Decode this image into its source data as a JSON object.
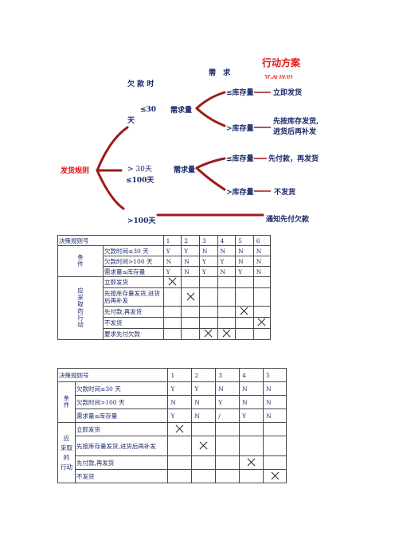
{
  "tree": {
    "title": "行动方案",
    "subtitle_partial": "化发规则",
    "col_debt": "欠 款 时",
    "col_need": "需 求",
    "root": "发货规则",
    "branch1": {
      "label_a": "≤30",
      "label_b": "天",
      "node": "需求量",
      "leaf1": "≤库存量",
      "action1": "立即发货",
      "leaf2": ">库存量",
      "action2a": "先按库存发货,",
      "action2b": "进货后再补发"
    },
    "branch2": {
      "label_a": "> 30天",
      "label_b": "≤100天",
      "node": "需求量",
      "leaf1": "≤库存量",
      "action1": "先付款，再发货",
      "leaf2": ">库存量",
      "action2": "不发货"
    },
    "branch3": {
      "label": ">100天",
      "action": "通知先付欠款"
    }
  },
  "table1": {
    "header": "决策规则号",
    "rule_numbers": [
      "1",
      "2",
      "3",
      "4",
      "5",
      "6"
    ],
    "condition_group": "条件",
    "conditions": [
      {
        "label": "欠款时间≤30 天",
        "values": [
          "Y",
          "Y",
          "N",
          "N",
          "N",
          "N"
        ]
      },
      {
        "label": "欠款时间>100 天",
        "values": [
          "N",
          "N",
          "Y",
          "Y",
          "N",
          "N"
        ]
      },
      {
        "label": "需求量≤库存量",
        "values": [
          "Y",
          "N",
          "Y",
          "N",
          "Y",
          "N"
        ]
      }
    ],
    "action_group": "应采取的行动",
    "actions": [
      {
        "label": "立即发货",
        "marks": [
          1,
          0,
          0,
          0,
          0,
          0
        ]
      },
      {
        "label": "先按库存量发货,进货后再补发",
        "marks": [
          0,
          1,
          0,
          0,
          0,
          0
        ]
      },
      {
        "label": "先付款,再发货",
        "marks": [
          0,
          0,
          0,
          0,
          1,
          0
        ]
      },
      {
        "label": "不发货",
        "marks": [
          0,
          0,
          0,
          0,
          0,
          1
        ]
      },
      {
        "label": "要求先付欠款",
        "marks": [
          0,
          0,
          1,
          1,
          0,
          0
        ]
      }
    ]
  },
  "table2": {
    "header": "决策规则号",
    "rule_numbers": [
      "1",
      "2",
      "3",
      "4",
      "5"
    ],
    "condition_group": "条件",
    "conditions": [
      {
        "label": "欠款时间≤30 天",
        "values": [
          "Y",
          "Y",
          "N",
          "N",
          "N"
        ]
      },
      {
        "label": "欠款时间>100 天",
        "values": [
          "N",
          "N",
          "Y",
          "N",
          "N"
        ]
      },
      {
        "label": "需求量≤库存量",
        "values": [
          "Y",
          "N",
          "/",
          "Y",
          "N"
        ]
      }
    ],
    "action_group_a": "应",
    "action_group_b": "采取",
    "action_group_c": "的",
    "action_group_d": "行动",
    "actions": [
      {
        "label": "立即发货",
        "marks": [
          1,
          0,
          0,
          0,
          0
        ]
      },
      {
        "label": "先按库存量发货,进货后再补发",
        "marks": [
          0,
          1,
          0,
          0,
          0
        ]
      },
      {
        "label": "先付款,再发货",
        "marks": [
          0,
          0,
          0,
          1,
          0
        ]
      },
      {
        "label": "不发货",
        "marks": [
          0,
          0,
          0,
          0,
          1
        ]
      }
    ]
  },
  "colors": {
    "line": "#9b1b1b",
    "accent": "#e01818",
    "text": "#1b2a6b"
  }
}
